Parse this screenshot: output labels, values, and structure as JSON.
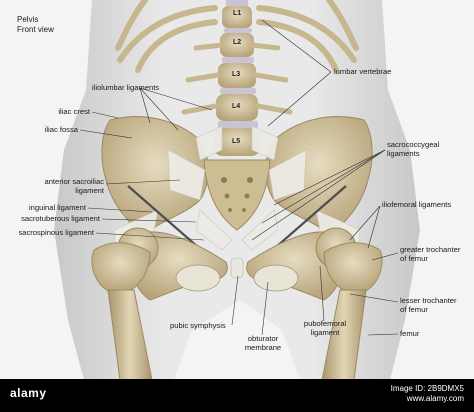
{
  "title": {
    "line1": "Pelvis",
    "line2": "Front view"
  },
  "vertebrae": [
    "L1",
    "L2",
    "L3",
    "L4",
    "L5"
  ],
  "labels": {
    "iliolumbar": "iliolumbar ligaments",
    "lumbar": "lumbar vertebrae",
    "iliac_crest": "iliac crest",
    "iliac_fossa": "iliac fossa",
    "sacrococcygeal_1": "sacrococcygeal",
    "sacrococcygeal_2": "ligaments",
    "ant_sacroiliac_1": "anterior sacroiliac",
    "ant_sacroiliac_2": "ligament",
    "inguinal": "inguinal ligament",
    "sacrotuberous": "sacrotuberous ligament",
    "sacrospinous": "sacrospinous ligament",
    "iliofemoral": "iliofemoral ligaments",
    "greater_troch_1": "greater trochanter",
    "greater_troch_2": "of femur",
    "lesser_troch_1": "lesser trochanter",
    "lesser_troch_2": "of femur",
    "pubic_symphysis": "pubic symphysis",
    "obturator_1": "obturator",
    "obturator_2": "membrane",
    "pubofemoral_1": "pubofemoral",
    "pubofemoral_2": "ligament",
    "femur": "femur"
  },
  "footer": {
    "brand": "alamy",
    "id_line1": "Image ID: 2B9DMX5",
    "id_line2": "www.alamy.com"
  },
  "colors": {
    "bone": "#d9cba8",
    "bone_shadow": "#b8a67e",
    "ligament": "#e8e6df",
    "disc": "#c9c3d4",
    "body": "#dcdcdc"
  }
}
